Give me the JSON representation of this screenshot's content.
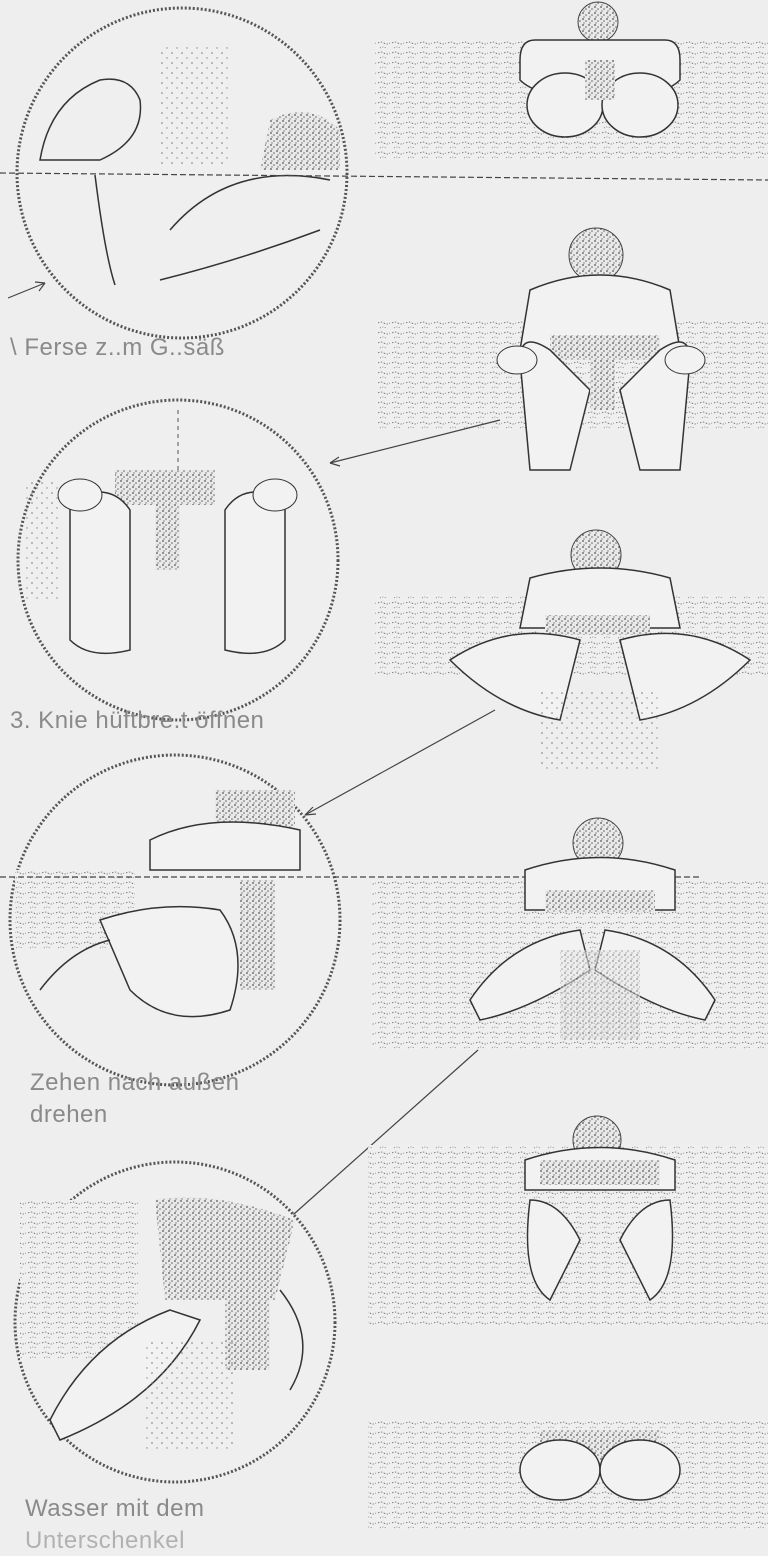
{
  "captions": {
    "step_a": "\\ Ferse z..m G..säß",
    "step_b": "3. Knie hüftbre.t öffnen",
    "step_c_line1": "Zehen nach außen",
    "step_c_line2": "drehen",
    "step_d_line1": "Wasser mit dem",
    "step_d_line2": "Unterschenkel"
  },
  "colors": {
    "paper": "#eeeeef",
    "ink": "#3a3a3a",
    "water_texture": "#6a6a6a",
    "caption": "#8a8a8a"
  },
  "icons": [
    "arrow-icon"
  ]
}
